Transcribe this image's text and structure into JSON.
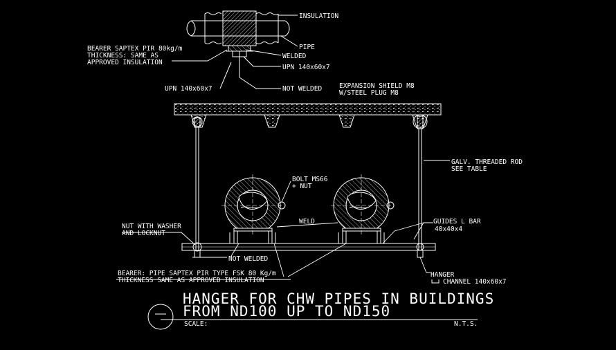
{
  "labels": {
    "insulation": "INSULATION",
    "pipe": "PIPE",
    "welded": "WELDED",
    "upn_right": "UPN 140x60x7",
    "bearer_line1": "BEARER SAPTEX PIR 80kg/m",
    "bearer_line2": "THICKNESS: SAME AS",
    "bearer_line3": "APPROVED INSULATION",
    "upn_left": "UPN 140x60x7",
    "not_welded_top": "NOT WELDED",
    "expansion_line1": "EXPANSION SHIELD M8",
    "expansion_line2": "W/STEEL PLUG M8",
    "galv_line1": "GALV. THREADED ROD",
    "galv_line2": "SEE TABLE",
    "bolt_line1": "BOLT MS66",
    "bolt_line2": "+ NUT",
    "weld": "WELD",
    "guides_line1": "GUIDES L BAR",
    "guides_line2": "40x40x4",
    "nut_line1": "NUT WITH WASHER",
    "nut_line2": "AND LOCKNUT",
    "not_welded_bottom": "NOT WELDED",
    "bearer2_line1": "BEARER: PIPE SAPTEX PIR TYPE FSK 80 Kg/m",
    "bearer2_line2": "THICKNESS SAME AS APPROVED INSULATION",
    "hanger_line1": "HANGER",
    "hanger_line2": "CHANNEL 140x60x7"
  },
  "title": {
    "line1": "HANGER FOR CHW PIPES IN BUILDINGS",
    "line2": "FROM ND100 UP TO ND150",
    "scale_label": "SCALE:",
    "scale_value": "N.T.S.",
    "symbol": "—"
  },
  "colors": {
    "background": "#000000",
    "linework": "#ffffff"
  }
}
